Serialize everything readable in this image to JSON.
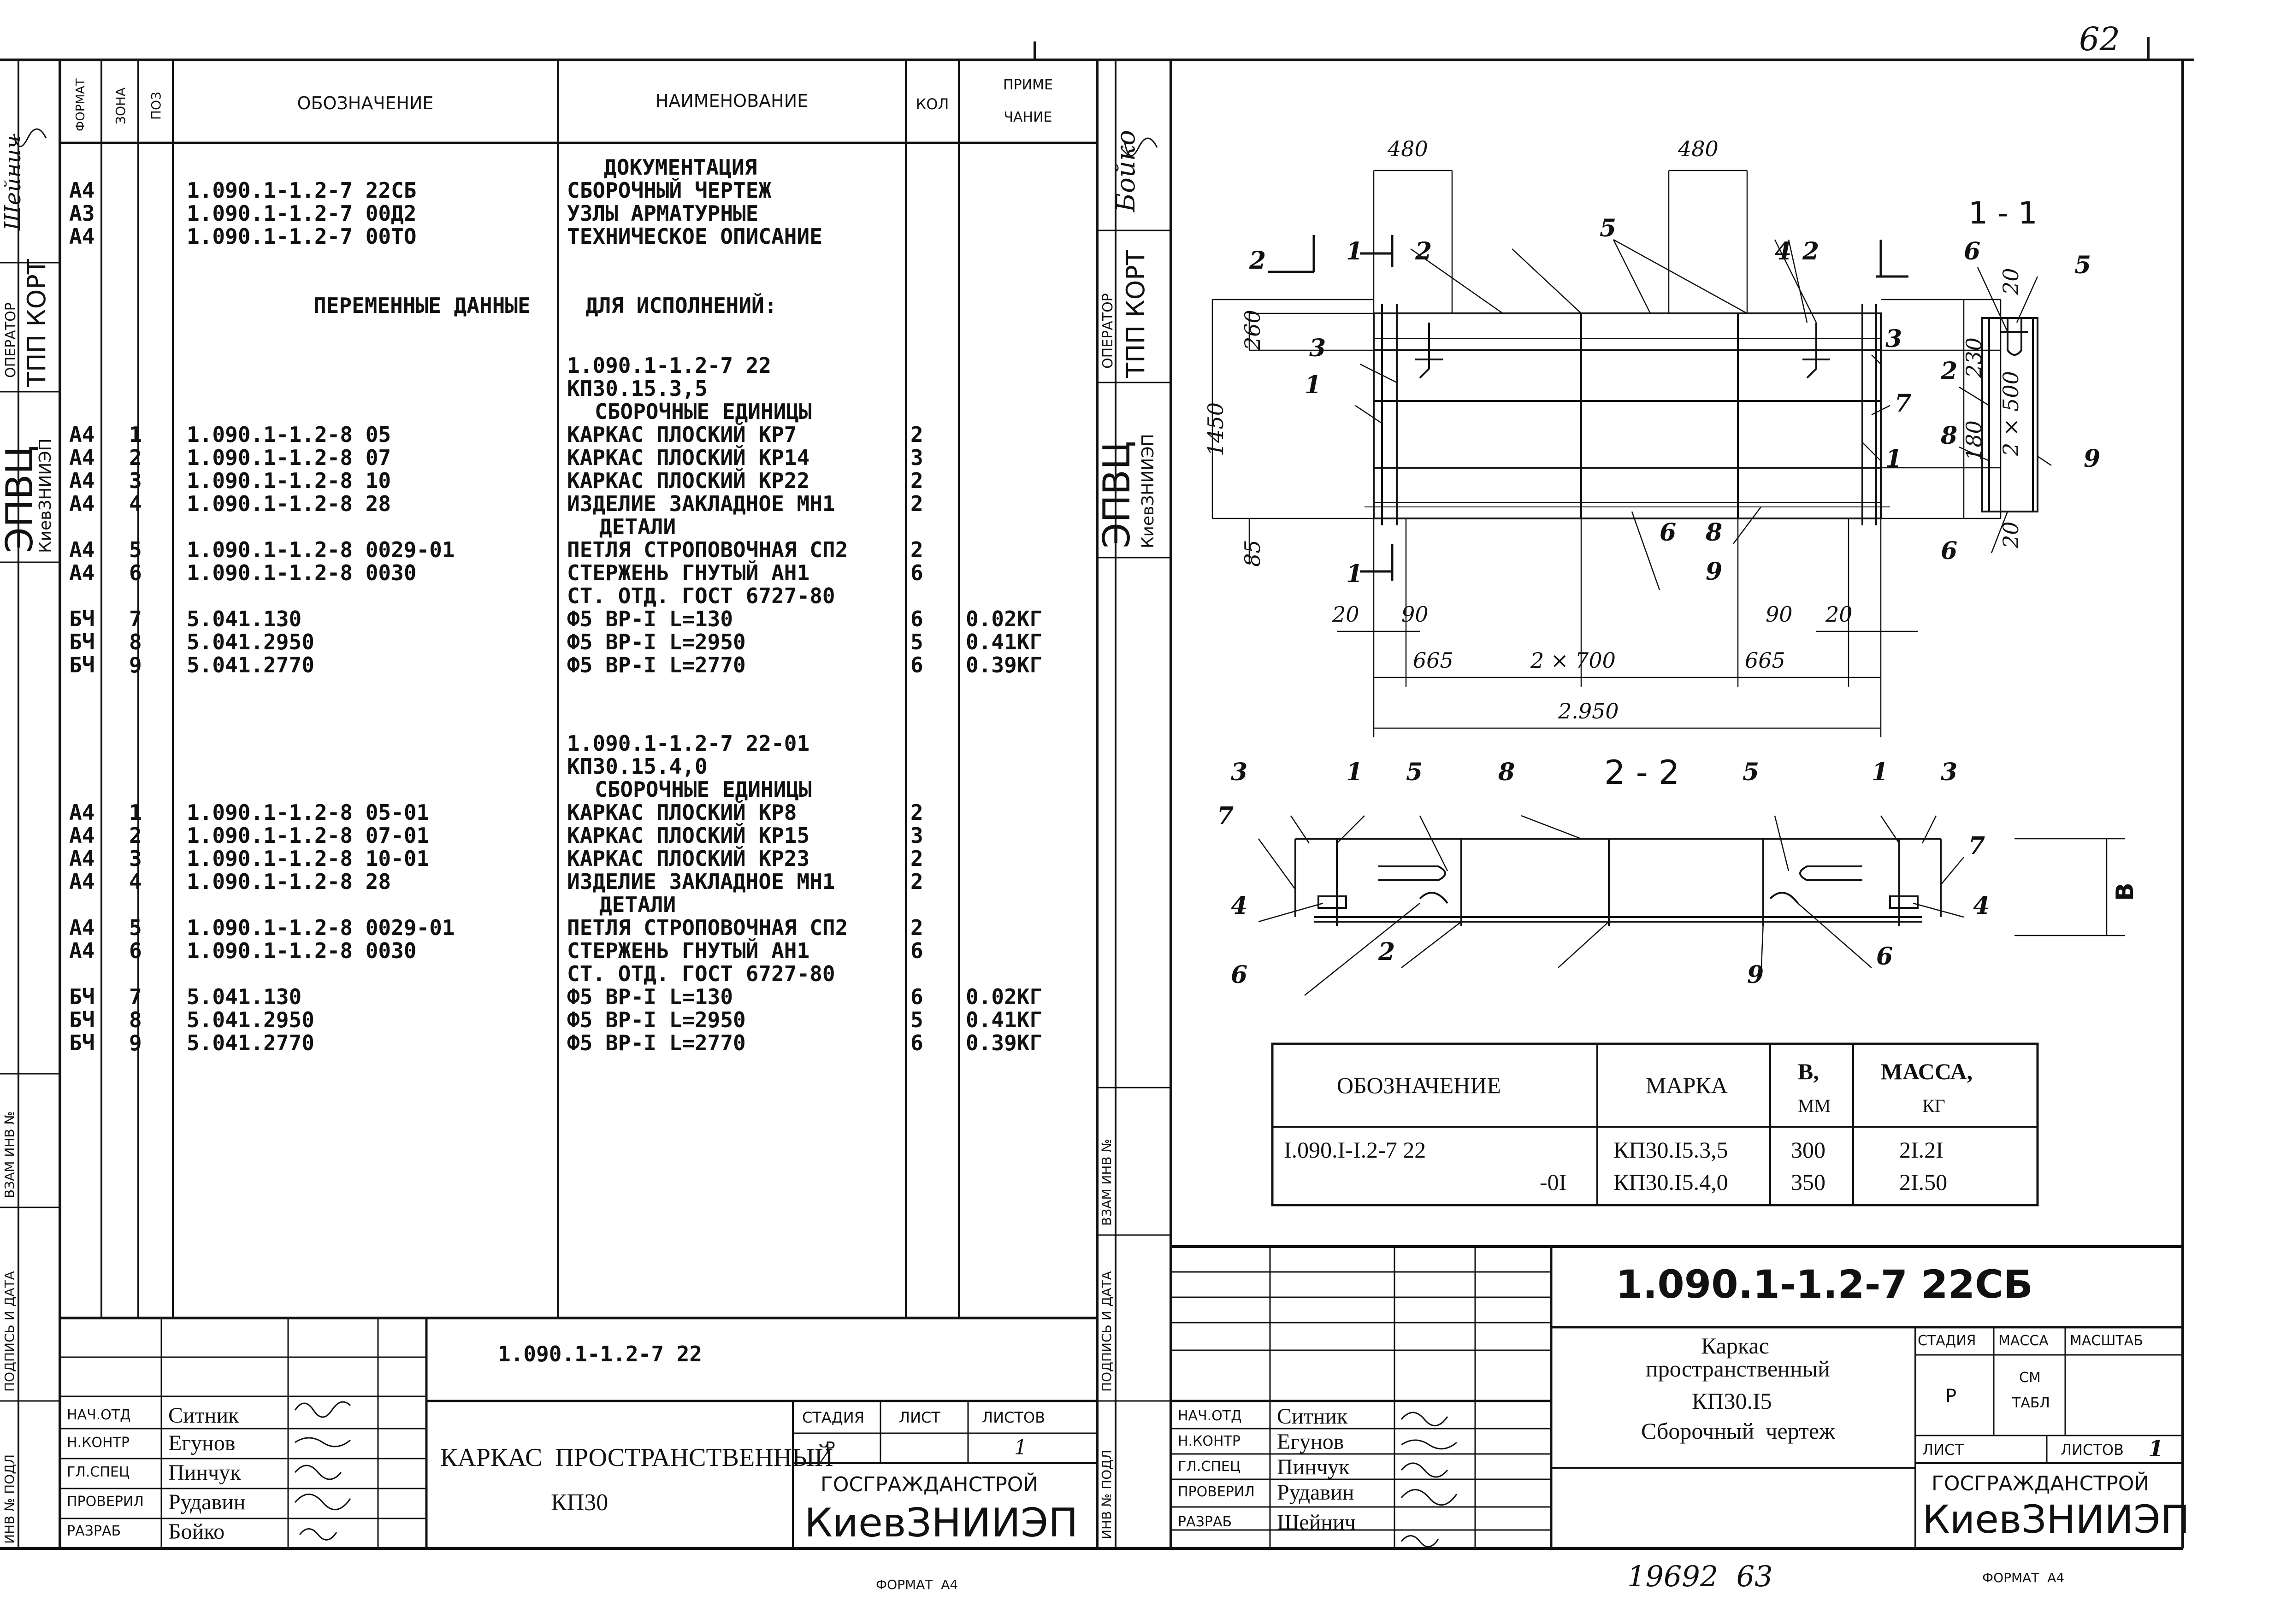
{
  "page_number_top": "62",
  "left": {
    "header": {
      "format": "ФОРМАТ",
      "zone": "ЗОНА",
      "pos": "ПОЗ",
      "designation": "ОБОЗНАЧЕНИЕ",
      "name": "НАИМЕНОВАНИЕ",
      "qty": "КОЛ",
      "note_top": "ПРИМЕ",
      "note_bottom": "ЧАНИЕ"
    },
    "margin": {
      "signer1": "Шейнич",
      "operator": "ОПЕРАТОР",
      "operator_name": "ТПП КОРТ",
      "org1": "ЭПВЦ",
      "org2": "КиевЗНИИЭП",
      "vzam": "ВЗАМ ИНВ №",
      "podpis": "ПОДПИСЬ И ДАТА",
      "inv": "ИНВ № ПОДЛ"
    },
    "doc_section": "ДОКУМЕНТАЦИЯ",
    "docs": [
      {
        "fmt": "А4",
        "des": "1.090.1-1.2-7 22СБ",
        "name": "СБОРОЧНЫЙ ЧЕРТЕЖ"
      },
      {
        "fmt": "А3",
        "des": "1.090.1-1.2-7 00Д2",
        "name": "УЗЛЫ АРМАТУРНЫЕ"
      },
      {
        "fmt": "А4",
        "des": "1.090.1-1.2-7 00ТО",
        "name": "ТЕХНИЧЕСКОЕ ОПИСАНИЕ"
      }
    ],
    "var_left": "ПЕРЕМЕННЫЕ ДАННЫЕ",
    "var_right": "ДЛЯ ИСПОЛНЕНИЙ:",
    "variants": [
      {
        "code": "1.090.1-1.2-7 22",
        "mark": "КП30.15.3,5",
        "asm": "СБОРОЧНЫЕ ЕДИНИЦЫ",
        "items": [
          {
            "fmt": "А4",
            "pos": "1",
            "des": "1.090.1-1.2-8 05",
            "name": "КАРКАС ПЛОСКИЙ КР7",
            "qty": "2",
            "note": ""
          },
          {
            "fmt": "А4",
            "pos": "2",
            "des": "1.090.1-1.2-8 07",
            "name": "КАРКАС ПЛОСКИЙ КР14",
            "qty": "3",
            "note": ""
          },
          {
            "fmt": "А4",
            "pos": "3",
            "des": "1.090.1-1.2-8 10",
            "name": "КАРКАС ПЛОСКИЙ КР22",
            "qty": "2",
            "note": ""
          },
          {
            "fmt": "А4",
            "pos": "4",
            "des": "1.090.1-1.2-8 28",
            "name": "ИЗДЕЛИЕ ЗАКЛАДНОЕ МН1",
            "qty": "2",
            "note": ""
          }
        ],
        "details": "ДЕТАЛИ",
        "detail_items": [
          {
            "fmt": "А4",
            "pos": "5",
            "des": "1.090.1-1.2-8 0029-01",
            "name": "ПЕТЛЯ СТРОПОВОЧНАЯ СП2",
            "qty": "2",
            "note": ""
          },
          {
            "fmt": "А4",
            "pos": "6",
            "des": "1.090.1-1.2-8 0030",
            "name": "СТЕРЖЕНЬ ГНУТЫЙ АН1",
            "qty": "6",
            "note": ""
          }
        ],
        "std": "СТ. ОТД. ГОСТ 6727-80",
        "std_items": [
          {
            "fmt": "БЧ",
            "pos": "7",
            "des": "5.041.130",
            "name": "Ф5 ВР-I L=130",
            "qty": "6",
            "note": "0.02КГ"
          },
          {
            "fmt": "БЧ",
            "pos": "8",
            "des": "5.041.2950",
            "name": "Ф5 ВР-I L=2950",
            "qty": "5",
            "note": "0.41КГ"
          },
          {
            "fmt": "БЧ",
            "pos": "9",
            "des": "5.041.2770",
            "name": "Ф5 ВР-I L=2770",
            "qty": "6",
            "note": "0.39КГ"
          }
        ]
      },
      {
        "code": "1.090.1-1.2-7 22-01",
        "mark": "КП30.15.4,0",
        "asm": "СБОРОЧНЫЕ ЕДИНИЦЫ",
        "items": [
          {
            "fmt": "А4",
            "pos": "1",
            "des": "1.090.1-1.2-8 05-01",
            "name": "КАРКАС ПЛОСКИЙ КР8",
            "qty": "2",
            "note": ""
          },
          {
            "fmt": "А4",
            "pos": "2",
            "des": "1.090.1-1.2-8 07-01",
            "name": "КАРКАС ПЛОСКИЙ КР15",
            "qty": "3",
            "note": ""
          },
          {
            "fmt": "А4",
            "pos": "3",
            "des": "1.090.1-1.2-8 10-01",
            "name": "КАРКАС ПЛОСКИЙ КР23",
            "qty": "2",
            "note": ""
          },
          {
            "fmt": "А4",
            "pos": "4",
            "des": "1.090.1-1.2-8 28",
            "name": "ИЗДЕЛИЕ ЗАКЛАДНОЕ МН1",
            "qty": "2",
            "note": ""
          }
        ],
        "details": "ДЕТАЛИ",
        "detail_items": [
          {
            "fmt": "А4",
            "pos": "5",
            "des": "1.090.1-1.2-8 0029-01",
            "name": "ПЕТЛЯ СТРОПОВОЧНАЯ СП2",
            "qty": "2",
            "note": ""
          },
          {
            "fmt": "А4",
            "pos": "6",
            "des": "1.090.1-1.2-8 0030",
            "name": "СТЕРЖЕНЬ ГНУТЫЙ АН1",
            "qty": "6",
            "note": ""
          }
        ],
        "std": "СТ. ОТД. ГОСТ 6727-80",
        "std_items": [
          {
            "fmt": "БЧ",
            "pos": "7",
            "des": "5.041.130",
            "name": "Ф5 ВР-I L=130",
            "qty": "6",
            "note": "0.02КГ"
          },
          {
            "fmt": "БЧ",
            "pos": "8",
            "des": "5.041.2950",
            "name": "Ф5 ВР-I L=2950",
            "qty": "5",
            "note": "0.41КГ"
          },
          {
            "fmt": "БЧ",
            "pos": "9",
            "des": "5.041.2770",
            "name": "Ф5 ВР-I L=2770",
            "qty": "6",
            "note": "0.39КГ"
          }
        ]
      }
    ],
    "stamp": {
      "code": "1.090.1-1.2-7 22",
      "title1": "КАРКАС  ПРОСТРАНСТВЕННЫЙ",
      "title2": "КП30",
      "stage_h": "СТАДИЯ",
      "sheet_h": "ЛИСТ",
      "sheets_h": "ЛИСТОВ",
      "stage": "Р",
      "sheets": "1",
      "org_top": "ГОСГРАЖДАНСТРОЙ",
      "org": "КиевЗНИИЭП",
      "roles": [
        {
          "role": "НАЧ.ОТД",
          "name": "Ситник"
        },
        {
          "role": "Н.КОНТР",
          "name": "Егунов"
        },
        {
          "role": "ГЛ.СПЕЦ",
          "name": "Пинчук"
        },
        {
          "role": "ПРОВЕРИЛ",
          "name": "Рудавин"
        },
        {
          "role": "РАЗРАБ",
          "name": "Бойко"
        }
      ]
    },
    "format_label": "ФОРМАТ  А4"
  },
  "right": {
    "margin": {
      "signer1": "Бойко",
      "operator": "ОПЕРАТОР",
      "operator_name": "ТПП КОРТ",
      "org1": "ЭПВЦ",
      "org2": "КиевЗНИИЭП",
      "vzam": "ВЗАМ ИНВ №",
      "podpis": "ПОДПИСЬ И ДАТА",
      "inv": "ИНВ № ПОДЛ"
    },
    "plan": {
      "dims": {
        "d480a": "480",
        "d480b": "480",
        "d260": "260",
        "d1450": "1450",
        "d85": "85",
        "d230": "230",
        "d2x500": "2 × 500",
        "d180": "180",
        "d20a": "20",
        "d20b": "20",
        "d20c": "20",
        "d90a": "90",
        "d90b": "90",
        "d20d": "20",
        "d665a": "665",
        "d2x700": "2 × 700",
        "d665b": "665",
        "d2950": "2.950"
      },
      "labels": {
        "c1": "1",
        "c2": "2",
        "c5": "5",
        "c4": "4",
        "c2b": "2",
        "c3a": "3",
        "c3b": "3",
        "c1a": "1",
        "c7": "7",
        "c1b": "1",
        "c8": "8",
        "c9": "9",
        "c6": "6",
        "c1c": "1"
      },
      "sec_a": "1",
      "sec_b": "2"
    },
    "section11": {
      "title": "1 - 1",
      "labels": {
        "c6a": "6",
        "c5": "5",
        "c2": "2",
        "c8": "8",
        "c9": "9",
        "c6b": "6"
      }
    },
    "section22": {
      "title": "2 - 2",
      "labels": {
        "c3a": "3",
        "c1a": "1",
        "c5a": "5",
        "c8": "8",
        "c5b": "5",
        "c1b": "1",
        "c3b": "3",
        "c7a": "7",
        "c7b": "7",
        "c4a": "4",
        "c4b": "4",
        "c6a": "6",
        "c2": "2",
        "c9": "9",
        "c6b": "6"
      },
      "dim": "В"
    },
    "table": {
      "h_des": "ОБОЗНАЧЕНИЕ",
      "h_mark": "МАРКА",
      "h_b1": "В,",
      "h_b2": "ММ",
      "h_m1": "МАССА,",
      "h_m2": "КГ",
      "rows": [
        {
          "des": "I.090.I-I.2-7 22",
          "mark": "КП30.I5.3,5",
          "b": "300",
          "m": "2I.2I"
        },
        {
          "des": "-0I",
          "mark": "КП30.I5.4,0",
          "b": "350",
          "m": "2I.50"
        }
      ]
    },
    "stamp": {
      "code": "1.090.1-1.2-7 22СБ",
      "title1": "Каркас",
      "title2": "пространственный",
      "title3": "КП30.I5",
      "title4": "Сборочный  чертеж",
      "stage_h": "СТАДИЯ",
      "mass_h": "МАССА",
      "scale_h": "МАСШТАБ",
      "stage": "Р",
      "mass_v1": "СМ",
      "mass_v2": "ТАБЛ",
      "sheet_h": "ЛИСТ",
      "sheets_h": "ЛИСТОВ",
      "sheets": "1",
      "org_top": "ГОСГРАЖДАНСТРОЙ",
      "org": "КиевЗНИИЭП",
      "roles": [
        {
          "role": "НАЧ.ОТД",
          "name": "Ситник"
        },
        {
          "role": "Н.КОНТР",
          "name": "Егунов"
        },
        {
          "role": "ГЛ.СПЕЦ",
          "name": "Пинчук"
        },
        {
          "role": "ПРОВЕРИЛ",
          "name": "Рудавин"
        },
        {
          "role": "РАЗРАБ",
          "name": "Шейнич"
        }
      ]
    },
    "bottom_note": "19692  63",
    "format_label": "ФОРМАТ  А4"
  }
}
